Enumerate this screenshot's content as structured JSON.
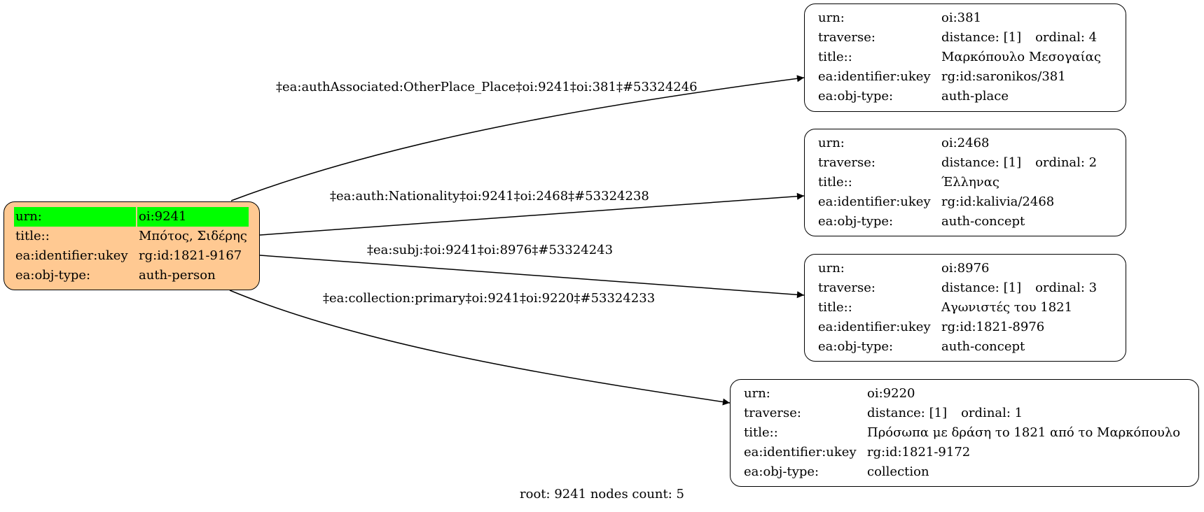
{
  "root_node": {
    "urn_key": "urn:",
    "urn_value": "oi:9241",
    "title_key": "title::",
    "title_value": "Μπότος, Σιδέρης",
    "ukey_key": "ea:identifier:ukey",
    "ukey_value": "rg:id:1821-9167",
    "type_key": "ea:obj-type:",
    "type_value": "auth-person",
    "highlight_color": "#00ff00",
    "fill_color": "#ffc992"
  },
  "nodes": [
    {
      "urn_key": "urn:",
      "urn_value": "oi:381",
      "traverse_key": "traverse:",
      "distance": "distance: [1]",
      "ordinal": "ordinal: 4",
      "title_key": "title::",
      "title_value": "Μαρκόπουλο Μεσογαίας",
      "ukey_key": "ea:identifier:ukey",
      "ukey_value": "rg:id:saronikos/381",
      "type_key": "ea:obj-type:",
      "type_value": "auth-place"
    },
    {
      "urn_key": "urn:",
      "urn_value": "oi:2468",
      "traverse_key": "traverse:",
      "distance": "distance: [1]",
      "ordinal": "ordinal: 2",
      "title_key": "title::",
      "title_value": "Έλληνας",
      "ukey_key": "ea:identifier:ukey",
      "ukey_value": "rg:id:kalivia/2468",
      "type_key": "ea:obj-type:",
      "type_value": "auth-concept"
    },
    {
      "urn_key": "urn:",
      "urn_value": "oi:8976",
      "traverse_key": "traverse:",
      "distance": "distance: [1]",
      "ordinal": "ordinal: 3",
      "title_key": "title::",
      "title_value": "Αγωνιστές του 1821",
      "ukey_key": "ea:identifier:ukey",
      "ukey_value": "rg:id:1821-8976",
      "type_key": "ea:obj-type:",
      "type_value": "auth-concept"
    },
    {
      "urn_key": "urn:",
      "urn_value": "oi:9220",
      "traverse_key": "traverse:",
      "distance": "distance: [1]",
      "ordinal": "ordinal: 1",
      "title_key": "title::",
      "title_value": "Πρόσωπα με δράση το 1821 από το Μαρκόπουλο",
      "ukey_key": "ea:identifier:ukey",
      "ukey_value": "rg:id:1821-9172",
      "type_key": "ea:obj-type:",
      "type_value": "collection"
    }
  ],
  "edges": [
    {
      "label": "‡ea:authAssociated:OtherPlace_Place‡oi:9241‡oi:381‡#53324246"
    },
    {
      "label": "‡ea:auth:Nationality‡oi:9241‡oi:2468‡#53324238"
    },
    {
      "label": "‡ea:subj:‡oi:9241‡oi:8976‡#53324243"
    },
    {
      "label": "‡ea:collection:primary‡oi:9241‡oi:9220‡#53324233"
    }
  ],
  "footer": "root: 9241 nodes count: 5"
}
